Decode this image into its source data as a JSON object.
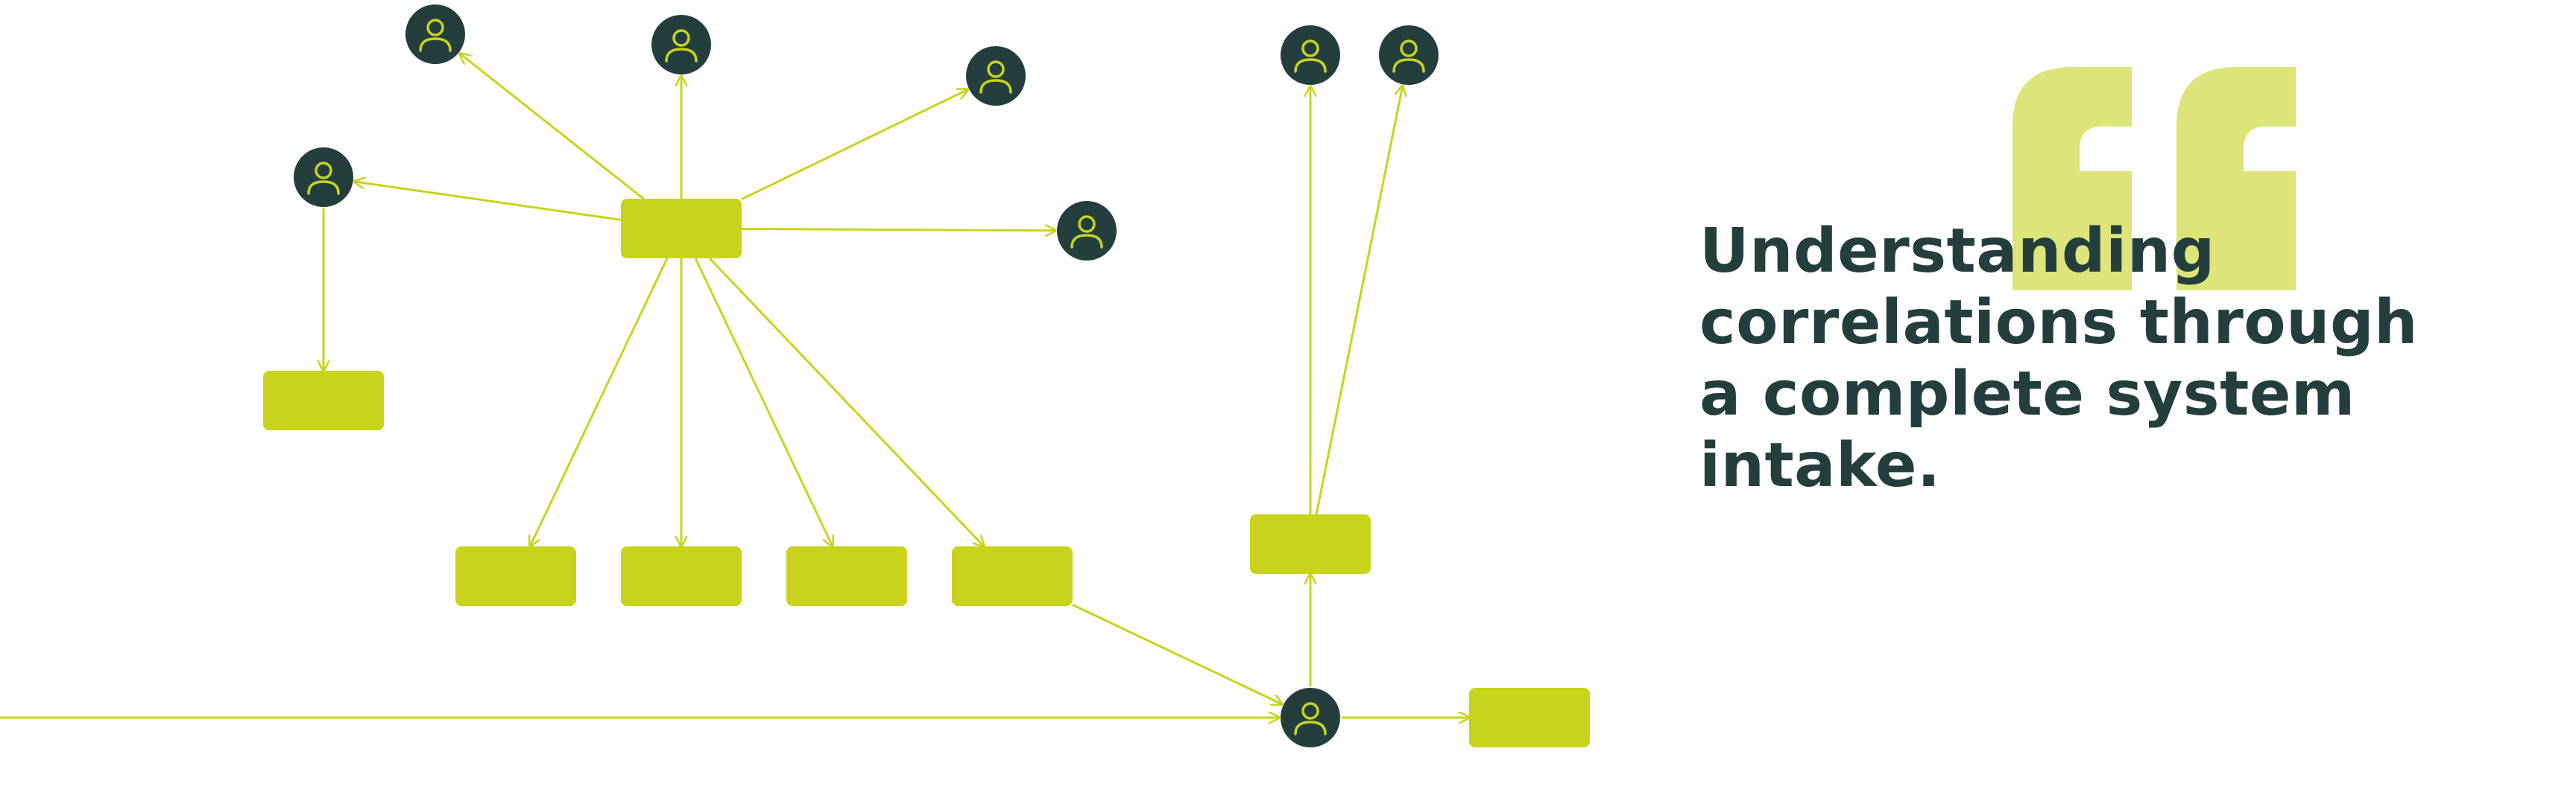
{
  "colors": {
    "accent": "#c8d41c",
    "node_fill": "#c8d41c",
    "person_fill": "#243e3d",
    "person_icon": "#c8d41c",
    "quote_mark": "#dde47a",
    "headline_text": "#243e3d"
  },
  "icons": {
    "person": "person-icon",
    "quote": "quote-mark-icon"
  },
  "headline": {
    "lines": [
      "Understanding",
      "correlations through",
      "a complete system",
      "intake."
    ]
  },
  "diagram": {
    "people": [
      {
        "id": "p_top_left"
      },
      {
        "id": "p_top_center"
      },
      {
        "id": "p_top_right"
      },
      {
        "id": "p_left"
      },
      {
        "id": "p_right"
      },
      {
        "id": "p_upper_a"
      },
      {
        "id": "p_upper_b"
      },
      {
        "id": "p_hub"
      }
    ],
    "boxes": [
      {
        "id": "b_center"
      },
      {
        "id": "b_left"
      },
      {
        "id": "b_row_1"
      },
      {
        "id": "b_row_2"
      },
      {
        "id": "b_row_3"
      },
      {
        "id": "b_row_4"
      },
      {
        "id": "b_side"
      },
      {
        "id": "b_end"
      }
    ],
    "edges": [
      {
        "from": "b_center",
        "to": "p_top_left"
      },
      {
        "from": "b_center",
        "to": "p_top_center"
      },
      {
        "from": "b_center",
        "to": "p_top_right"
      },
      {
        "from": "b_center",
        "to": "p_left"
      },
      {
        "from": "b_center",
        "to": "p_right"
      },
      {
        "from": "p_left",
        "to": "b_left"
      },
      {
        "from": "b_center",
        "to": "b_row_1"
      },
      {
        "from": "b_center",
        "to": "b_row_2"
      },
      {
        "from": "b_center",
        "to": "b_row_3"
      },
      {
        "from": "b_center",
        "to": "b_row_4"
      },
      {
        "from": "b_row_4",
        "to": "p_hub"
      },
      {
        "from": "offscreen_left",
        "to": "p_hub"
      },
      {
        "from": "p_hub",
        "to": "b_side"
      },
      {
        "from": "p_hub",
        "to": "b_end"
      },
      {
        "from": "b_side",
        "to": "p_upper_a"
      },
      {
        "from": "b_side",
        "to": "p_upper_b"
      }
    ]
  }
}
